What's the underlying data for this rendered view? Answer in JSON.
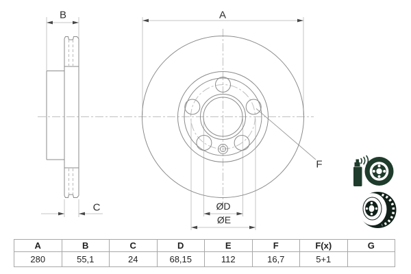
{
  "drawing": {
    "dim_a": "A",
    "dim_b": "B",
    "dim_c": "C",
    "dim_d": "ØD",
    "dim_e": "ØE",
    "dim_f": "F"
  },
  "table": {
    "headers": [
      "A",
      "B",
      "C",
      "D",
      "E",
      "F",
      "F(x)",
      "G"
    ],
    "values": [
      "280",
      "55,1",
      "24",
      "68,15",
      "112",
      "16,7",
      "5+1",
      ""
    ]
  },
  "icons": {
    "coating_spray": {
      "label": "coated-disc-spray-icon",
      "color": "#1e3b2b"
    },
    "vented_disc": {
      "label": "vented-disc-icon",
      "color": "#11211a"
    }
  },
  "colors": {
    "part_line": "#8a8a8a",
    "light_line": "#c6c6c6",
    "center_line": "#bfbfbf",
    "label_text": "#2e2e2e",
    "table_border": "#a7a7a7"
  }
}
